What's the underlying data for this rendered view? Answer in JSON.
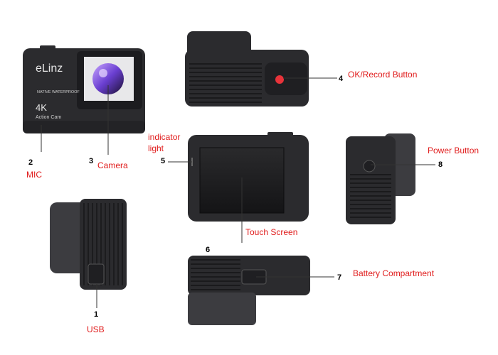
{
  "front_camera": {
    "brand": "eLinz",
    "tagline": "NATIVE WATERPROOF",
    "resolution": "4K",
    "model": "Action Cam"
  },
  "callouts": [
    {
      "number": "1",
      "label": "USB"
    },
    {
      "number": "2",
      "label": "MIC"
    },
    {
      "number": "3",
      "label": "Camera"
    },
    {
      "number": "4",
      "label": "OK/Record Button"
    },
    {
      "number": "5",
      "label_line1": "indicator",
      "label_line2": "light"
    },
    {
      "number": "6",
      "label": "Touch Screen"
    },
    {
      "number": "7",
      "label": "Battery Compartment"
    },
    {
      "number": "8",
      "label": "Power Button"
    }
  ],
  "colors": {
    "label": "#e01b1b",
    "number": "#000000",
    "body": "#2b2b2e",
    "record_button": "#e8333a"
  }
}
